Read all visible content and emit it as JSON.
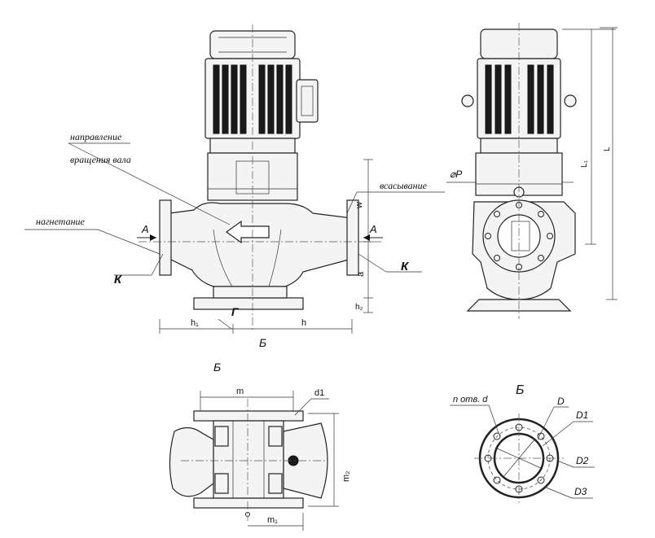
{
  "labels": {
    "rotation_line1": "направление",
    "rotation_line2": "вращения вала",
    "suction": "всасывание",
    "discharge": "нагнетание",
    "view_a_left": "A",
    "view_a_right": "A",
    "k_left": "К",
    "k_right": "К",
    "g": "Г",
    "b_under_front": "Б",
    "b_title_bottom": "Б",
    "b_title_flange": "Б"
  },
  "dimensions": {
    "w": "w",
    "a": "a",
    "h2": "h₂",
    "h1": "h₁",
    "h": "h",
    "phi_p": "⌀P",
    "l1": "L₁",
    "l": "L",
    "m": "m",
    "d1": "d1",
    "m2": "m₂",
    "m1": "m₁"
  },
  "flange": {
    "holes_label": "n отв. d",
    "d": "D",
    "d1": "D1",
    "d2": "D2",
    "d3": "D3"
  }
}
